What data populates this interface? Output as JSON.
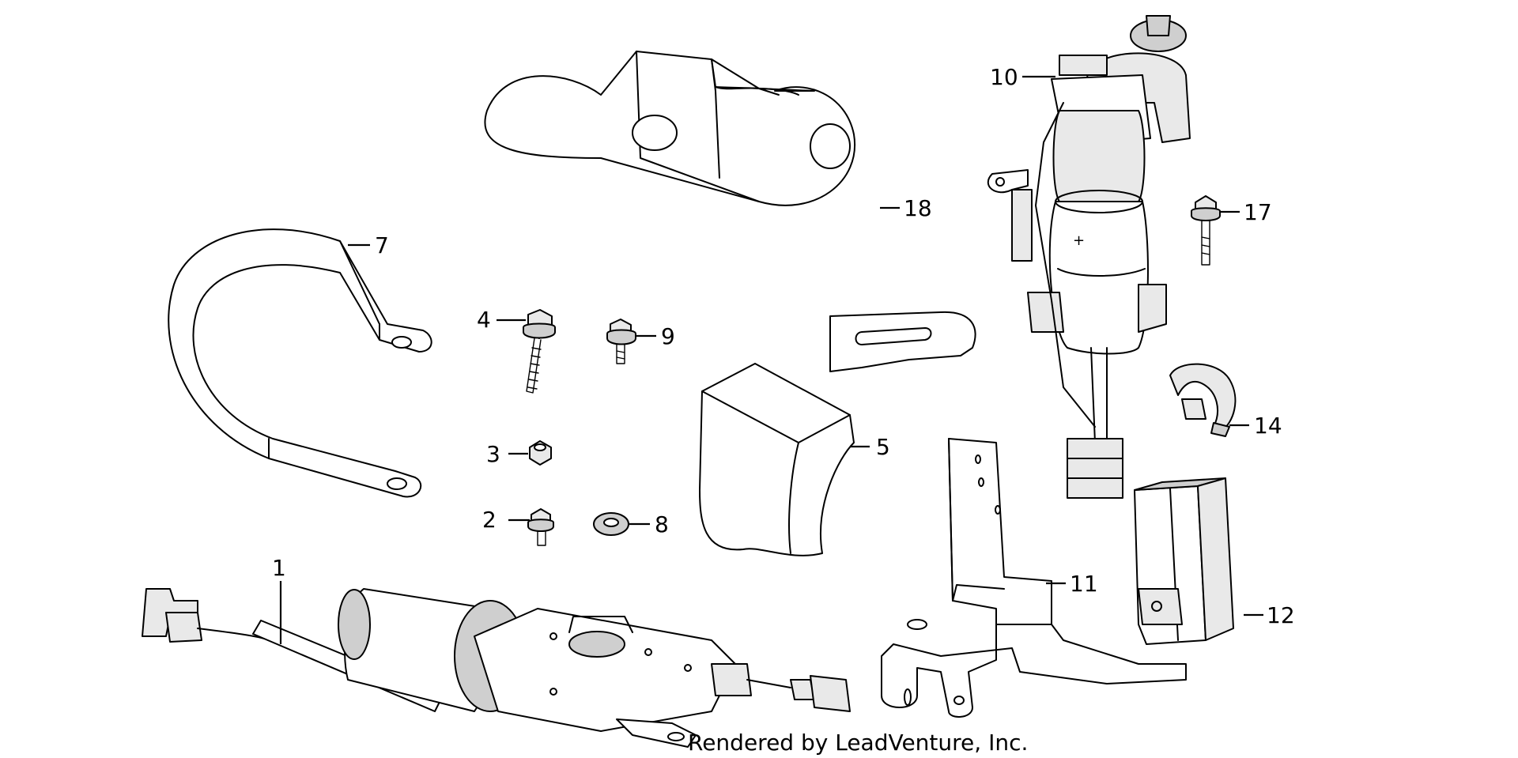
{
  "diagram": {
    "credit": "Rendered by LeadVenture, Inc.",
    "callouts": {
      "p1": "1",
      "p2": "2",
      "p3": "3",
      "p4": "4",
      "p5": "5",
      "p7": "7",
      "p8": "8",
      "p9": "9",
      "p10": "10",
      "p11": "11",
      "p12": "12",
      "p14": "14",
      "p17": "17",
      "p18": "18"
    }
  }
}
